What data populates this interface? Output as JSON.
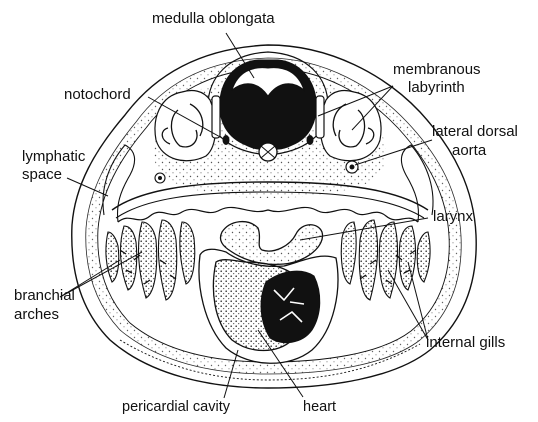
{
  "diagram": {
    "labels": {
      "medulla": "medulla oblongata",
      "notochord": "notochord",
      "membranous_1": "membranous",
      "membranous_2": "labyrinth",
      "lymphatic_1": "lymphatic",
      "lymphatic_2": "space",
      "lateral_1": "lateral dorsal",
      "lateral_2": "aorta",
      "larynx": "larynx",
      "branchial_1": "branchial",
      "branchial_2": "arches",
      "internal_gills": "internal gills",
      "pericardial": "pericardial cavity",
      "heart": "heart"
    },
    "colors": {
      "ink": "#111111",
      "fill": "#ffffff",
      "stipple": "#555555"
    }
  }
}
